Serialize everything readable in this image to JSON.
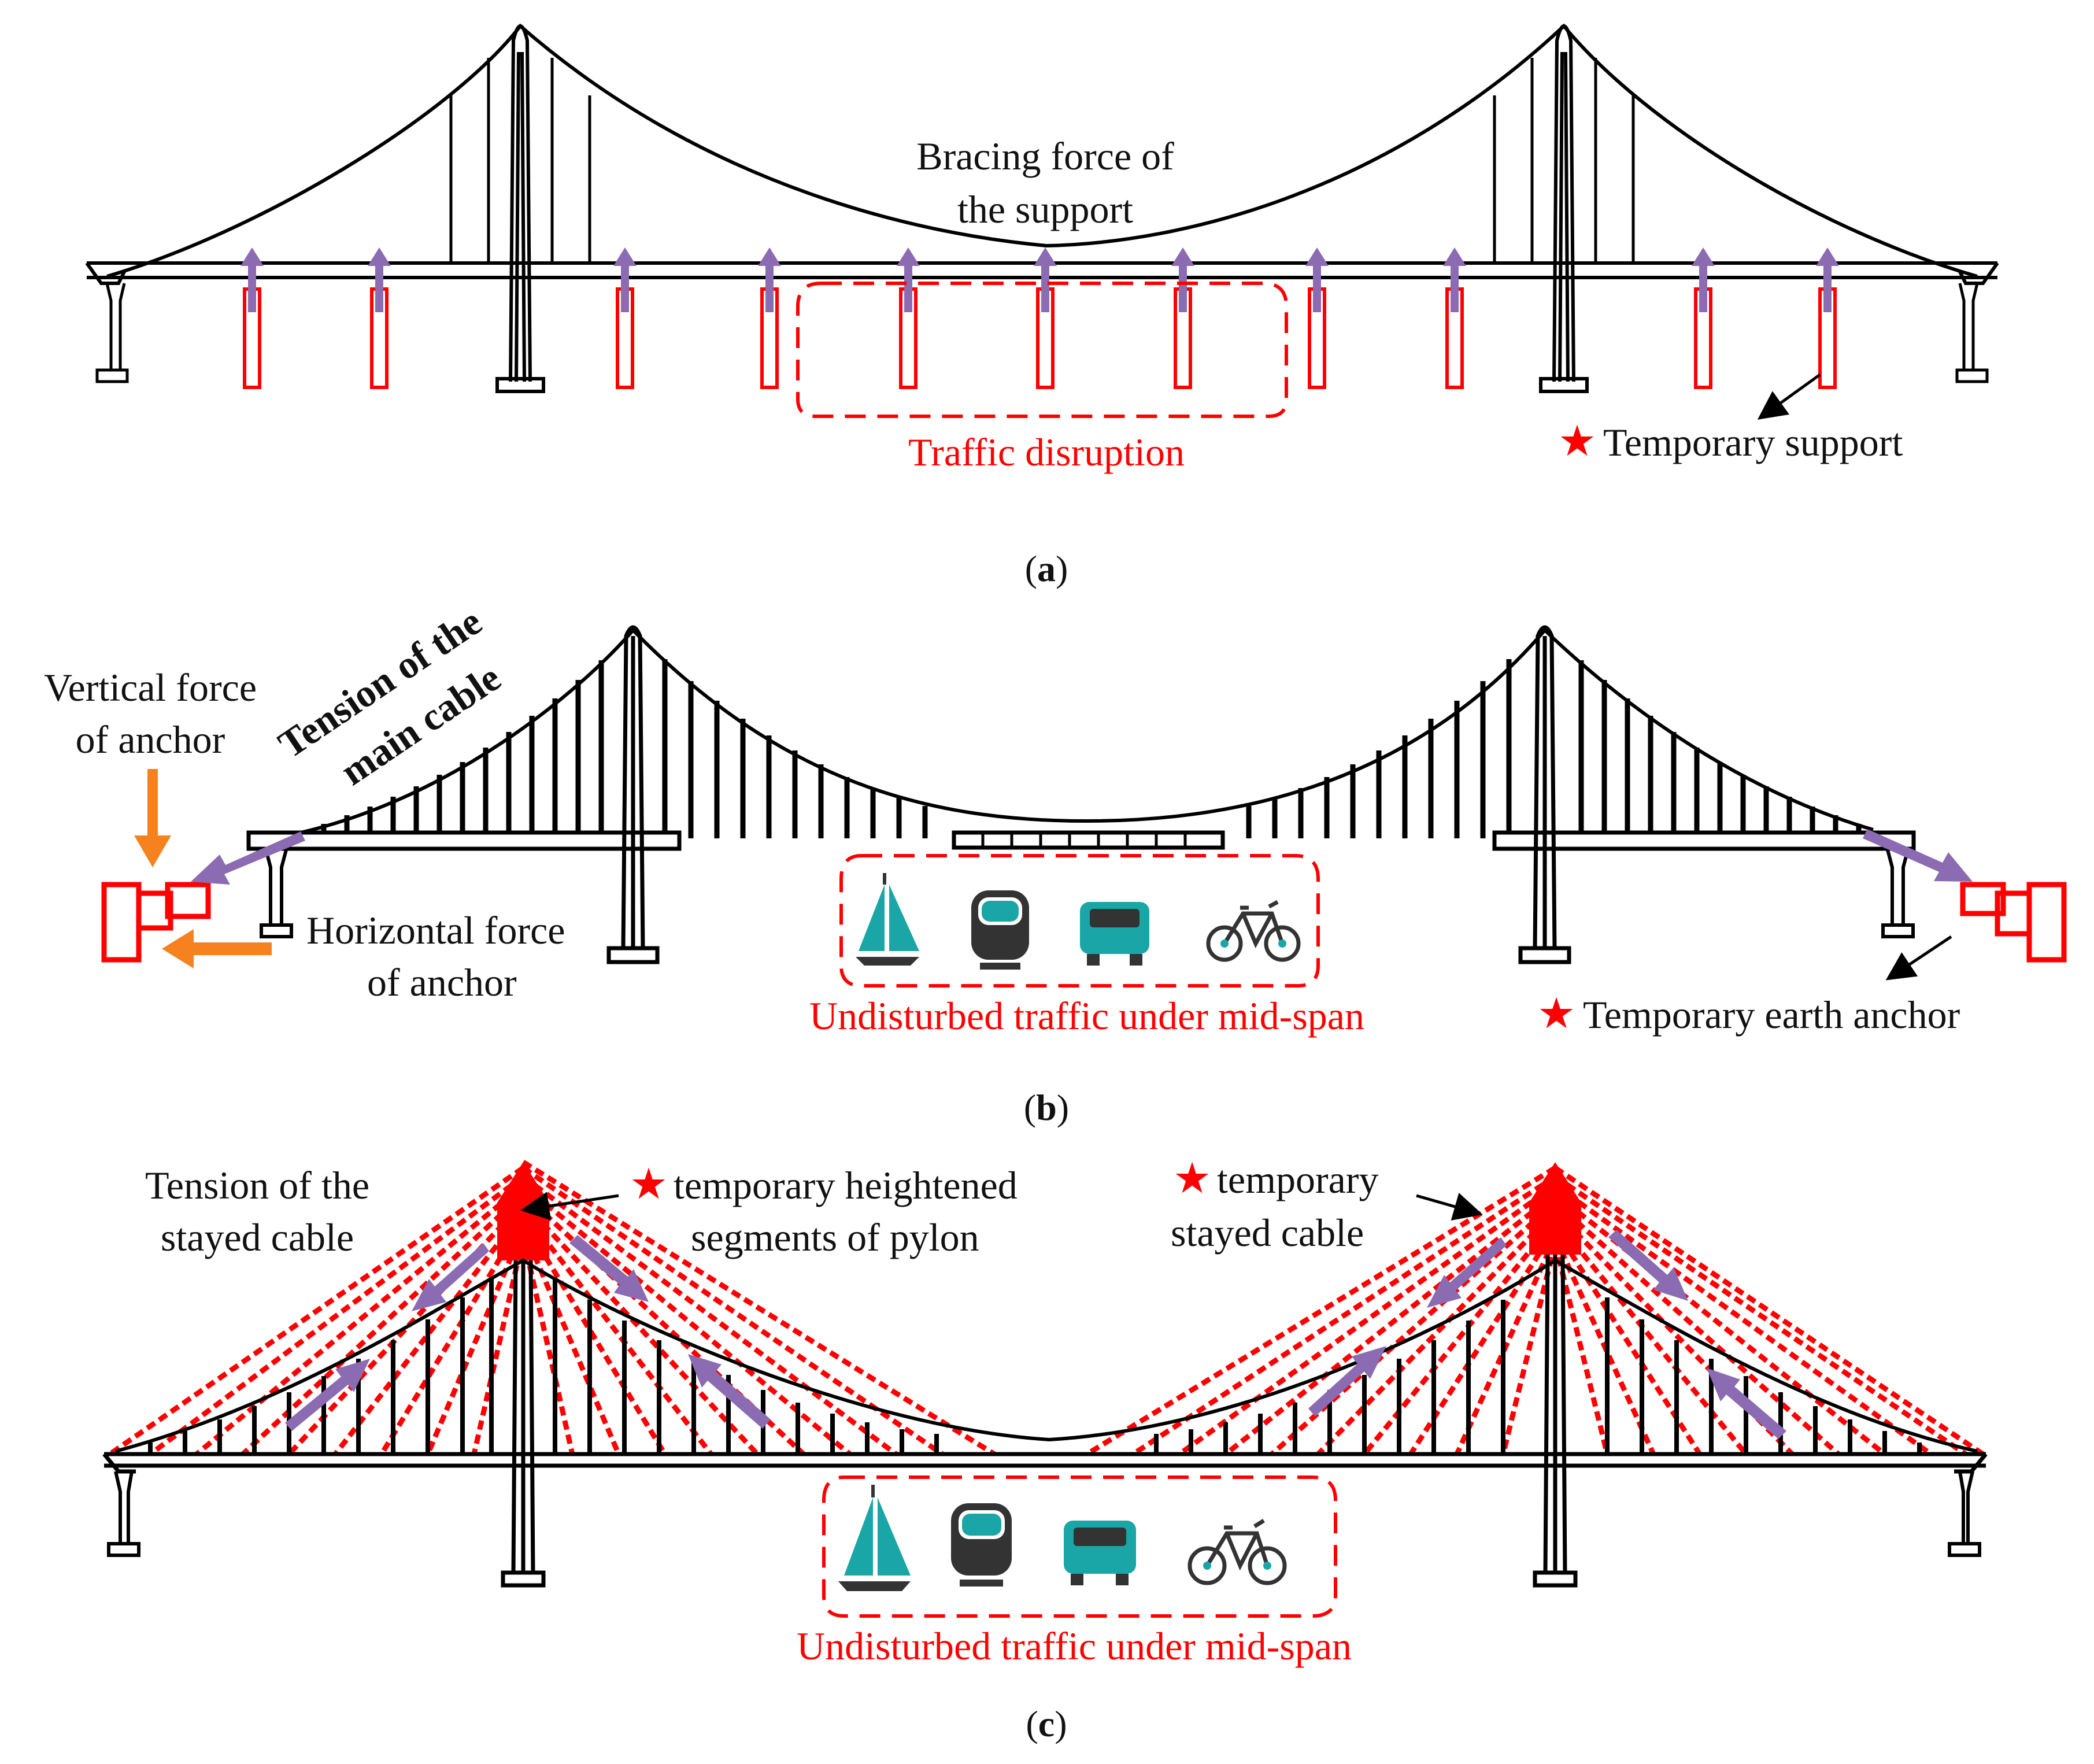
{
  "panel_a": {
    "caption_open": "(",
    "caption_letter": "a",
    "caption_close": ")",
    "bracing_line1": "Bracing force of",
    "bracing_line2": "the support",
    "traffic_disruption": "Traffic disruption",
    "temporary_support": "Temporary support"
  },
  "panel_b": {
    "caption_open": "(",
    "caption_letter": "b",
    "caption_close": ")",
    "vertical_line1": "Vertical force",
    "vertical_line2": "of anchor",
    "tension_line1": "Tension of the",
    "tension_line2": "main cable",
    "horizontal_line1": "Horizontal force",
    "horizontal_line2": "of anchor",
    "undisturbed": "Undisturbed traffic under mid-span",
    "earth_anchor": "Temporary earth anchor"
  },
  "panel_c": {
    "caption_open": "(",
    "caption_letter": "c",
    "caption_close": ")",
    "stayed_tension_line1": "Tension of the",
    "stayed_tension_line2": "stayed cable",
    "heightened_line1": "temporary  heightened",
    "heightened_line2": "segments of pylon",
    "temp_cable_line1": "temporary",
    "temp_cable_line2": "stayed cable",
    "undisturbed": "Undisturbed traffic under mid-span"
  },
  "icons": [
    "sailboat-icon",
    "train-icon",
    "car-icon",
    "bicycle-icon"
  ],
  "colors": {
    "structure": "#000000",
    "temporary": "#ff0000",
    "force_purple": "#8b6bb1",
    "anchor_orange": "#f5821f",
    "traffic_teal": "#1aa6a6"
  }
}
